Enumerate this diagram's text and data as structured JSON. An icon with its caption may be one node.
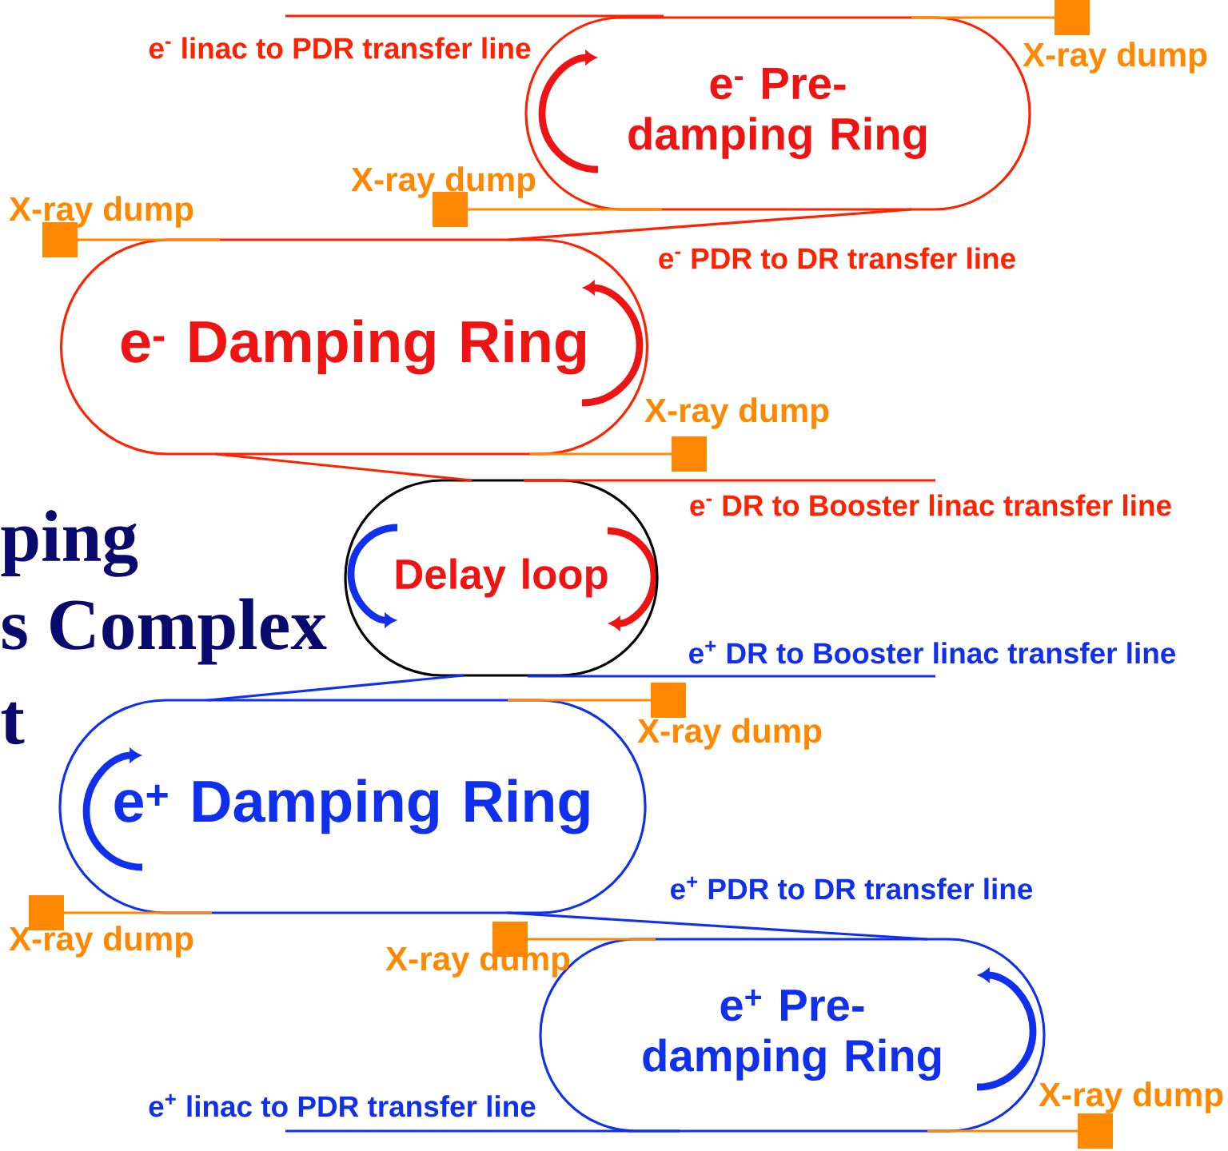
{
  "diagram": {
    "nodes": [
      {
        "text": [
          "e$^{-}$ Pre-damping Ring"
        ]
      },
      {
        "text": [
          "e$^{-}$ Damping Ring"
        ]
      },
      {
        "text": [
          "Delay loop"
        ]
      },
      {
        "text": [
          "e$^{+}$ Damping Ring"
        ]
      },
      {
        "text": [
          "e$^{+}$ Pre-damping Ring"
        ]
      },
      {
        "text": [],
        "shape": "box",
        "beside": [
          "X-ray dump"
        ]
      },
      {
        "text": [],
        "shape": "box",
        "beside": [
          "X-ray dump"
        ]
      },
      {
        "text": [],
        "shape": "box",
        "beside": [
          "X-ray dump"
        ]
      },
      {
        "text": [],
        "shape": "box",
        "beside": [
          "X-ray dump"
        ]
      },
      {
        "text": [],
        "shape": "box",
        "beside": [
          "X-ray dump"
        ]
      },
      {
        "text": [],
        "shape": "box",
        "beside": [
          "X-ray dump"
        ]
      },
      {
        "text": [],
        "shape": "box",
        "beside": [
          "X-ray dump"
        ]
      },
      {
        "text": [],
        "shape": "box",
        "beside": [
          "X-ray dump"
        ]
      }
    ],
    "edges": [
      {
        "from": null,
        "to": 0,
        "arrow": "none",
        "label": "e$^{-}$ linac to PDR transfer line",
        "color": "#ff2200"
      },
      {
        "from": 0,
        "to": 1,
        "arrow": "none",
        "label": "e$^{-}$ PDR to DR transfer line",
        "color": "#ff2200"
      },
      {
        "from": 1,
        "to": 2,
        "arrow": "none",
        "color": "#ff2200"
      },
      {
        "from": 2,
        "to": null,
        "arrow": "none",
        "label": "e$^{-}$ DR to Booster linac transfer line",
        "color": "#ff2200"
      },
      {
        "from": 2,
        "to": 3,
        "arrow": "none",
        "color": "#1030ee"
      },
      {
        "from": 2,
        "to": null,
        "arrow": "none",
        "label": "e$^{+}$ DR to Booster linac transfer line",
        "color": "#1030ee"
      },
      {
        "from": 3,
        "to": 4,
        "arrow": "none",
        "label": "e$^{+}$ PDR to DR transfer line",
        "color": "#1030ee"
      },
      {
        "from": null,
        "to": 4,
        "arrow": "none",
        "label": "e$^{+}$ linac to PDR transfer line",
        "color": "#1030ee"
      },
      {
        "from": 5,
        "to": 0,
        "arrow": "none",
        "color": "#ff8800"
      },
      {
        "from": 6,
        "to": 0,
        "arrow": "none",
        "color": "#ff8800"
      },
      {
        "from": 7,
        "to": 1,
        "arrow": "none",
        "color": "#ff8800"
      },
      {
        "from": 1,
        "to": 8,
        "arrow": "none",
        "color": "#ff8800"
      },
      {
        "from": 3,
        "to": 9,
        "arrow": "none",
        "color": "#ff8800"
      },
      {
        "from": 10,
        "to": 3,
        "arrow": "none",
        "color": "#ff8800"
      },
      {
        "from": 11,
        "to": 4,
        "arrow": "none",
        "color": "#ff8800"
      },
      {
        "from": 4,
        "to": 12,
        "arrow": "none",
        "color": "#ff8800"
      }
    ],
    "labels": [
      "ping",
      "s Complex",
      "t"
    ]
  }
}
